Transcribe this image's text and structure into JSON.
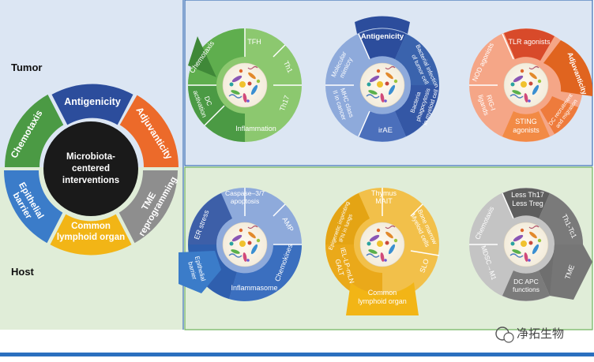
{
  "labels": {
    "tumor": "Tumor",
    "host": "Host"
  },
  "center": {
    "line1": "Microbiota-",
    "line2": "centered",
    "line3": "interventions"
  },
  "main_wheel": {
    "antigenicity": "Antigenicity",
    "adjuvanticity": "Adjuvanticity",
    "tme_line1": "TME",
    "tme_line2": "reprogramming",
    "lymphoid_line1": "Common",
    "lymphoid_line2": "lymphoid organ",
    "epithelial_line1": "Epithelial",
    "epithelial_line2": "barrier",
    "chemotaxis": "Chemotaxis"
  },
  "tumor_green": {
    "tfh": "TFH",
    "th1": "Th1",
    "th17": "Th17",
    "inflammation": "Inflammation",
    "dc1": "DC",
    "dc2": "activation",
    "chemotaxis": "Chemotaxis"
  },
  "tumor_blue": {
    "antigenicity": "Antigenicity",
    "bact_infect1": "Bacterial infection",
    "bact_infect2": "of tumor cell",
    "bact_phago1": "Bacteria",
    "bact_phago2": "phagocytosis",
    "bact_phago3": "in myeloid cell",
    "irae": "irAE",
    "mhc1": "MHC class",
    "mhc2": "II in cancer",
    "mimicry1": "Molecular",
    "mimicry2": "mimicry"
  },
  "tumor_orange": {
    "tlr": "TLR agonists",
    "adjuvanticity": "Adjuvanticity",
    "dc1": "DC recruitment",
    "dc2": "and migration",
    "sting1": "STING",
    "sting2": "agonists",
    "rigi1": "RIG-I",
    "rigi2": "ligands",
    "nod": "NOD agonists"
  },
  "host_blue": {
    "caspase1": "Caspase–3/7",
    "caspase2": "apoptosis",
    "amp": "AMP",
    "chemokines": "Chemokines",
    "inflammasome": "Inflammasome",
    "epithelial1": "Epithelial",
    "epithelial2": "barrier",
    "er_stress": "ER stress"
  },
  "host_yellow": {
    "thymus1": "Thymus",
    "thymus2": "MAIT",
    "bm1": "Bone marrow",
    "bm2": "Myeloid cells",
    "slo": "SLO",
    "lymph1": "Common",
    "lymph2": "lymphoid organ",
    "iel1": "IEL-LP-mLN",
    "iel2": "GALT",
    "epi1": "Epigenetic imprinting",
    "epi2": "IFN in lungs"
  },
  "host_gray": {
    "lessth17": "Less Th17",
    "lesstreg": "Less Treg",
    "th1tc1": "Th1-Tc1",
    "tme": "TME",
    "dcapc1": "DC APC",
    "dcapc2": "functions",
    "mdsc": "MDSC→M1",
    "chemotaxis": "Chemotaxis"
  },
  "watermark": "净拓生物",
  "colors": {
    "tumor_panel": "#dce6f3",
    "host_panel": "#e0edd8",
    "green": "#4b9a44",
    "light_green": "#8cc86f",
    "blue": "#2c4d9c",
    "light_blue": "#8eaadb",
    "orange": "#ec6a2a",
    "light_orange": "#f5a687",
    "mid_blue": "#3b7cc9",
    "yellow": "#f2b516",
    "gray_dark": "#6f6f6f",
    "gray_light": "#c4c4c4"
  }
}
